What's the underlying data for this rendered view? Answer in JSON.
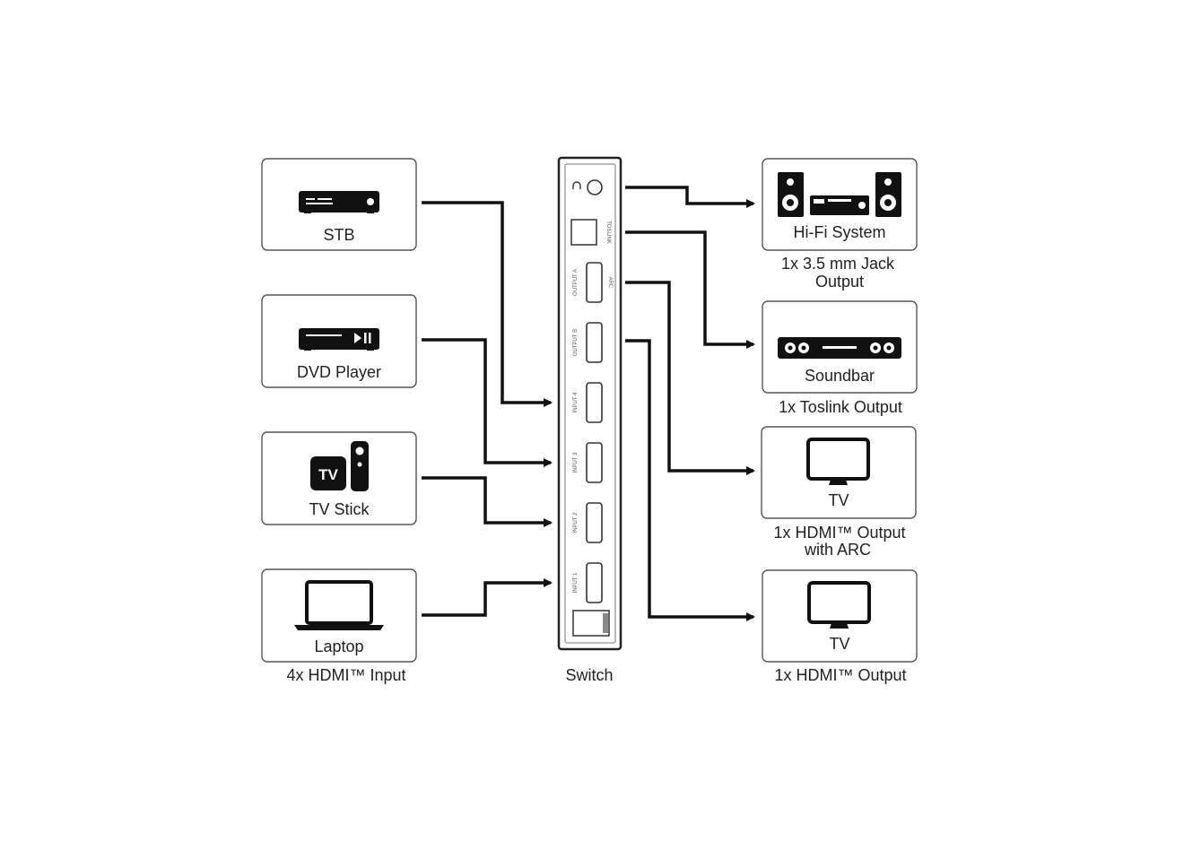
{
  "inputs": {
    "devices": [
      "STB",
      "DVD Player",
      "TV Stick",
      "Laptop"
    ],
    "caption": "4x HDMI™ Input"
  },
  "switch": {
    "caption": "Switch",
    "port_labels": [
      "TOSLINK",
      "OUTPUT A",
      "ARC",
      "OUTPUT B",
      "INPUT 4",
      "INPUT 3",
      "INPUT 2",
      "INPUT 1"
    ]
  },
  "outputs": {
    "devices": [
      "Hi-Fi System",
      "Soundbar",
      "TV",
      "TV"
    ],
    "captions": [
      [
        "1x 3.5 mm Jack",
        "Output"
      ],
      [
        "1x Toslink Output"
      ],
      [
        "1x HDMI™ Output",
        "with ARC"
      ],
      [
        "1x HDMI™ Output"
      ]
    ]
  },
  "icons": [
    "stb-icon",
    "dvd-player-icon",
    "tv-stick-icon",
    "laptop-icon",
    "hifi-system-icon",
    "soundbar-icon",
    "tv-icon",
    "tv-icon",
    "headphone-icon"
  ],
  "colors": {
    "line": "#111111",
    "box_border": "#555555",
    "background": "#ffffff"
  }
}
